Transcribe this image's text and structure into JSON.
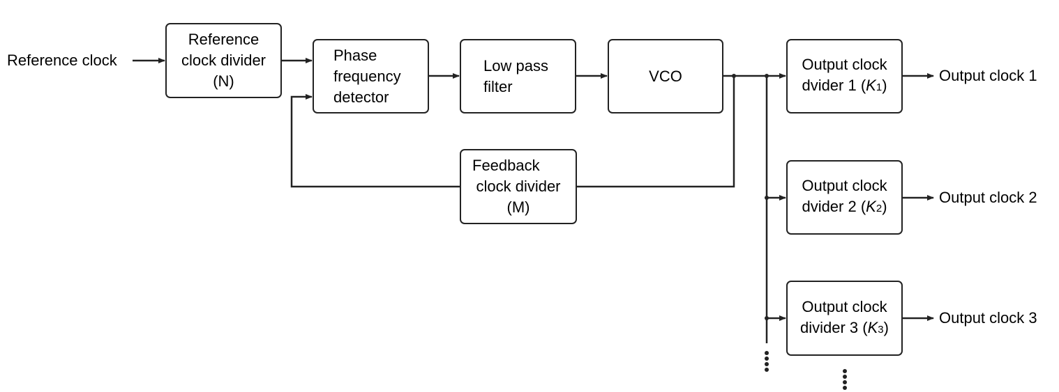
{
  "inputs": {
    "reference_clock": "Reference clock"
  },
  "blocks": {
    "ref_divider": [
      "Reference",
      "clock divider",
      "(N)"
    ],
    "pfd": [
      "Phase",
      "frequency",
      "detector"
    ],
    "lpf": [
      "Low pass",
      "filter"
    ],
    "vco": [
      "VCO"
    ],
    "feedback_divider": [
      "Feedback",
      "clock divider",
      "(M)"
    ],
    "out_div_1": {
      "line1": "Output clock",
      "line2_prefix": "dvider 1 (",
      "k": "K",
      "k_sub": "1",
      "line2_suffix": ")"
    },
    "out_div_2": {
      "line1": "Output clock",
      "line2_prefix": "dvider 2 (",
      "k": "K",
      "k_sub": "2",
      "line2_suffix": ")"
    },
    "out_div_3": {
      "line1": "Output clock",
      "line2_prefix": "divider 3 (",
      "k": "K",
      "k_sub": "3",
      "line2_suffix": ")"
    }
  },
  "outputs": {
    "clock_1": "Output clock 1",
    "clock_2": "Output clock 2",
    "clock_3": "Output clock 3"
  }
}
